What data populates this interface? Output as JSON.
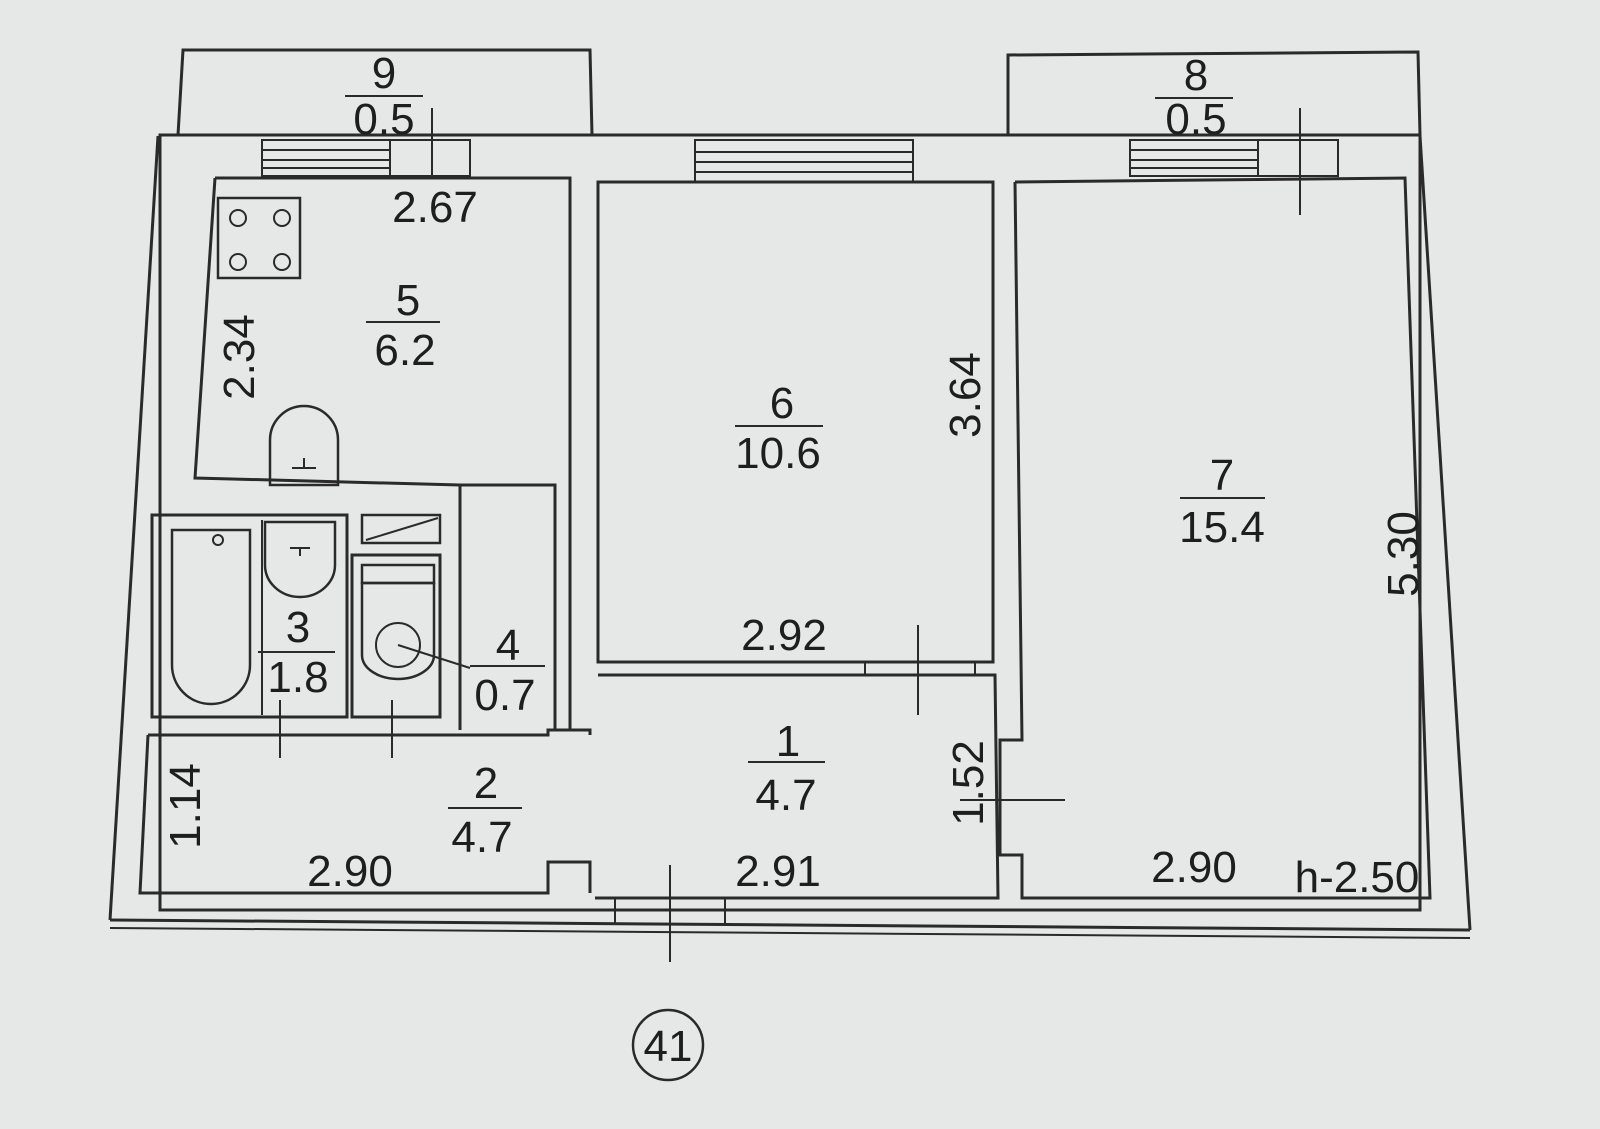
{
  "rooms": [
    {
      "id": "1",
      "number": "1",
      "area": "4.7"
    },
    {
      "id": "2",
      "number": "2",
      "area": "4.7"
    },
    {
      "id": "3",
      "number": "3",
      "area": "1.8"
    },
    {
      "id": "4",
      "number": "4",
      "area": "0.7"
    },
    {
      "id": "5",
      "number": "5",
      "area": "6.2"
    },
    {
      "id": "6",
      "number": "6",
      "area": "10.6"
    },
    {
      "id": "7",
      "number": "7",
      "area": "15.4"
    },
    {
      "id": "8",
      "number": "8",
      "area": "0.5"
    },
    {
      "id": "9",
      "number": "9",
      "area": "0.5"
    }
  ],
  "dimensions": {
    "kitchen_width": "2.67",
    "kitchen_depth": "2.34",
    "room6_depth": "3.64",
    "room6_width": "2.92",
    "room7_depth": "5.30",
    "hall_depth": "1.52",
    "corridor_depth": "1.14",
    "corridor_width": "2.90",
    "hall_width": "2.91",
    "room7_width": "2.90"
  },
  "ceiling_height": "h-2.50",
  "apartment_number": "41"
}
